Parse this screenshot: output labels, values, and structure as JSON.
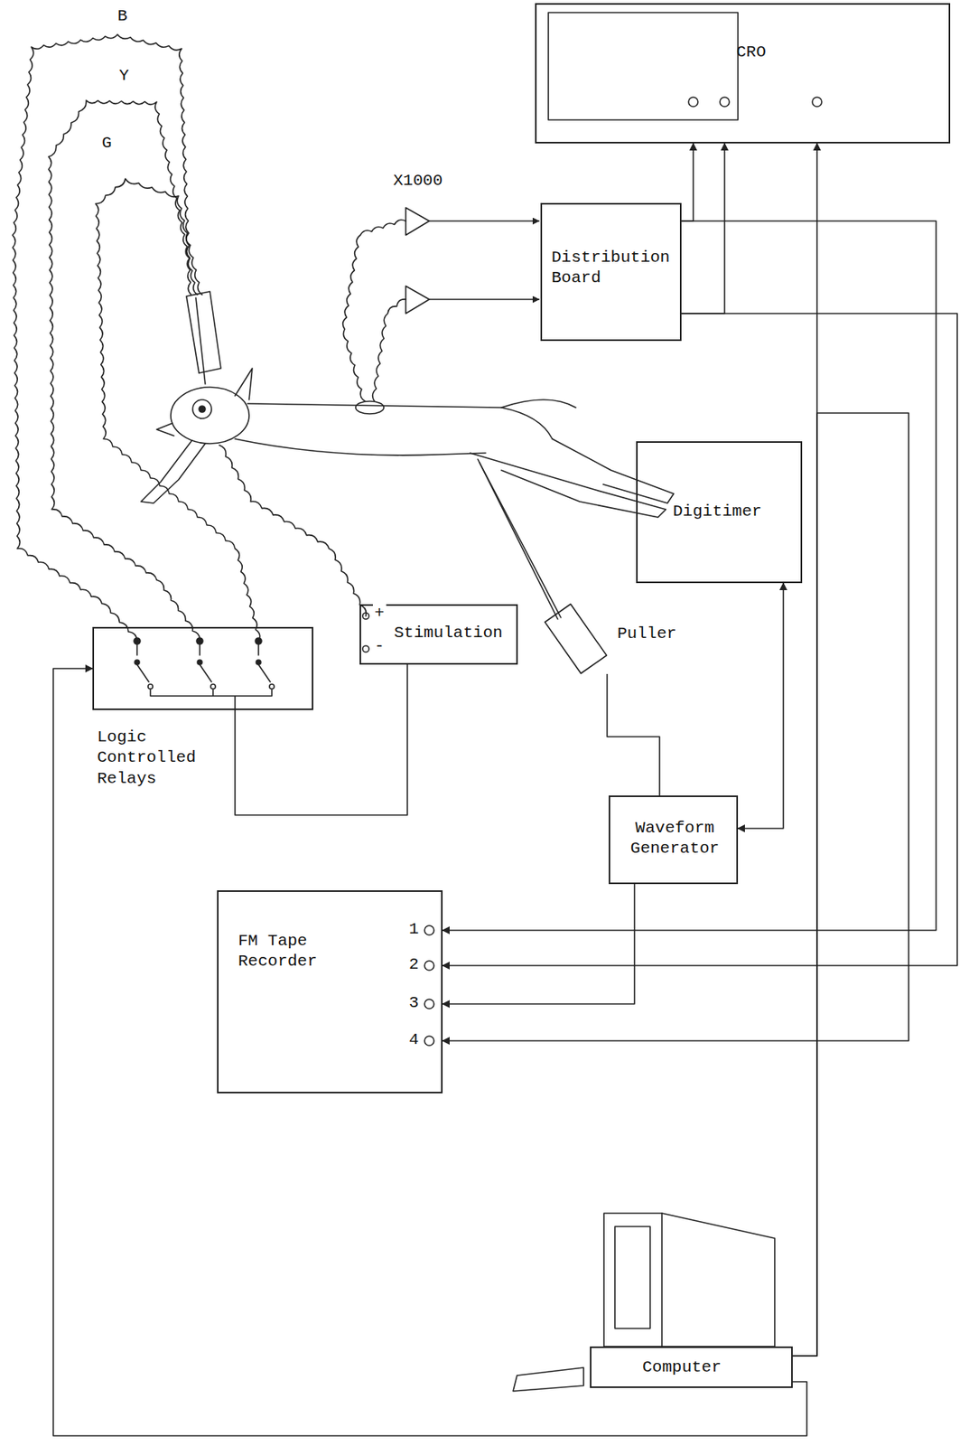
{
  "diagram": {
    "nodes": [
      {
        "text": [
          "CRO"
        ]
      },
      {
        "text": [
          "Distribution Board"
        ]
      },
      {
        "text": [
          "Digitimer"
        ]
      },
      {
        "text": [
          "Stimulation"
        ]
      },
      {
        "text": [
          "Puller"
        ]
      },
      {
        "text": [
          "Logic Controlled Relays"
        ]
      },
      {
        "text": [
          "Waveform Generator"
        ]
      },
      {
        "text": [
          "FM Tape Recorder"
        ]
      },
      {
        "text": [
          "Computer"
        ]
      }
    ],
    "edges": [
      {
        "from": 1,
        "to": 0,
        "arrow": "to"
      },
      {
        "from": 1,
        "to": 0,
        "arrow": "to"
      },
      {
        "from": 1,
        "to": 7,
        "arrow": "to"
      },
      {
        "from": 1,
        "to": 7,
        "arrow": "to"
      },
      {
        "from": 8,
        "to": 0,
        "arrow": "to"
      },
      {
        "from": 8,
        "to": 7,
        "arrow": "to"
      },
      {
        "from": 2,
        "to": 6,
        "arrow": "both"
      },
      {
        "from": 6,
        "to": 7,
        "arrow": "to"
      },
      {
        "from": 6,
        "to": 4,
        "arrow": "none"
      },
      {
        "from": 8,
        "to": 5,
        "arrow": "to"
      },
      {
        "from": 5,
        "to": 3,
        "arrow": "none"
      }
    ],
    "labels": [
      "B",
      "Y",
      "G",
      "X1000",
      "+",
      "-",
      "1",
      "2",
      "3",
      "4"
    ]
  }
}
